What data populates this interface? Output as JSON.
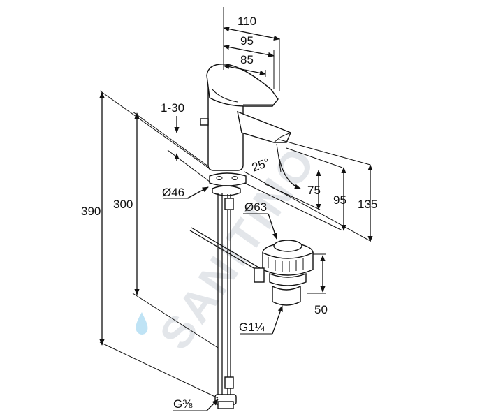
{
  "watermark": {
    "text": "SANITINO",
    "drop_color": "#bfe3f5"
  },
  "dimensions": {
    "w110": "110",
    "w95": "95",
    "w85": "85",
    "adjust": "1-30",
    "h390": "390",
    "h300": "300",
    "dia46": "Ø46",
    "angle": "25°",
    "h75": "75",
    "h95": "95",
    "h135": "135",
    "dia63": "Ø63",
    "h50": "50",
    "thread_waste": "G1¼",
    "thread_supply": "G⅜"
  }
}
